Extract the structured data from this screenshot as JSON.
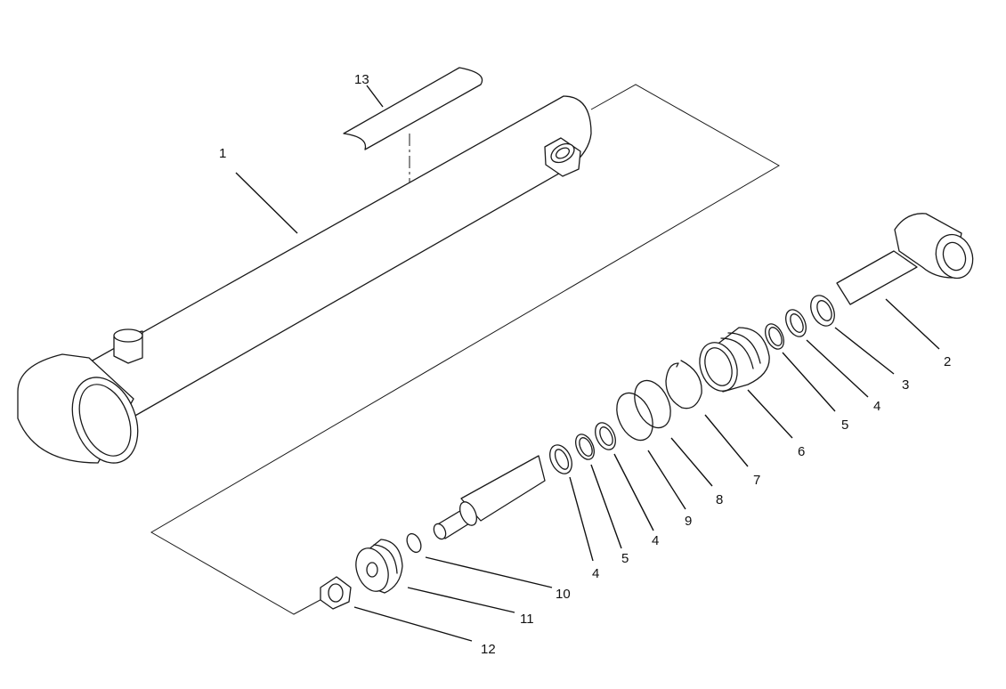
{
  "diagram": {
    "style_color": "#1a1a1a",
    "callouts": [
      "13",
      "1",
      "2",
      "3",
      "4",
      "5",
      "6",
      "7",
      "8",
      "9",
      "4",
      "5",
      "4",
      "10",
      "11",
      "12"
    ]
  }
}
